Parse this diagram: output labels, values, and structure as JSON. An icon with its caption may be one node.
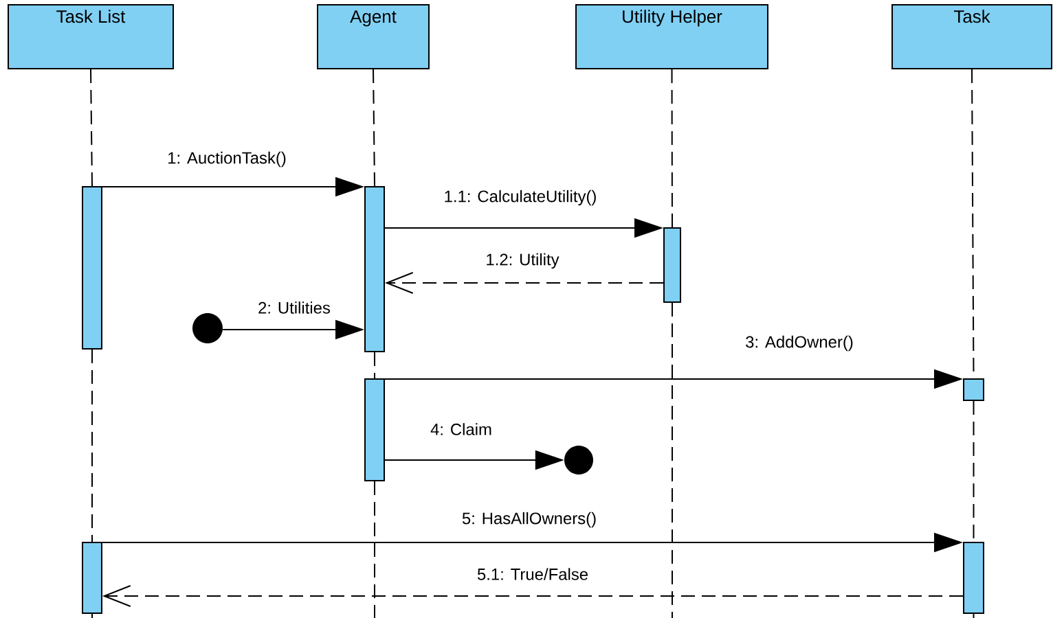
{
  "diagram": {
    "nodes": [
      {
        "text": [
          "Task List"
        ]
      },
      {
        "text": [
          "Agent"
        ]
      },
      {
        "text": [
          "Utility Helper"
        ]
      },
      {
        "text": [
          "Task"
        ]
      },
      {
        "text": [],
        "shape": "bar"
      },
      {
        "text": [],
        "shape": "bar"
      },
      {
        "text": [],
        "shape": "bar"
      },
      {
        "text": [],
        "shape": "circle"
      },
      {
        "text": [],
        "shape": "bar"
      },
      {
        "text": [],
        "shape": "bar"
      },
      {
        "text": [],
        "shape": "circle"
      },
      {
        "text": [],
        "shape": "bar"
      },
      {
        "text": [],
        "shape": "bar"
      }
    ],
    "edges": [
      {
        "from": 4,
        "to": 5,
        "arrow": "to",
        "label": "1: AuctionTask()"
      },
      {
        "from": 5,
        "to": 6,
        "arrow": "to",
        "label": "1.1: CalculateUtility()"
      },
      {
        "from": 6,
        "to": 5,
        "arrow": "to",
        "label": "1.2: Utility",
        "style": "dashed"
      },
      {
        "from": 7,
        "to": 5,
        "arrow": "to",
        "label": "2: Utilities"
      },
      {
        "from": 8,
        "to": 9,
        "arrow": "to",
        "label": "3: AddOwner()"
      },
      {
        "from": 8,
        "to": 10,
        "arrow": "to",
        "label": "4: Claim"
      },
      {
        "from": 11,
        "to": 12,
        "arrow": "to",
        "label": "5: HasAllOwners()"
      },
      {
        "from": 12,
        "to": 11,
        "arrow": "to",
        "label": "5.1: True/False",
        "style": "dashed"
      },
      {
        "from": 0,
        "to": 4,
        "arrow": "none",
        "style": "dashed"
      },
      {
        "from": 4,
        "to": 11,
        "arrow": "none",
        "style": "dashed"
      },
      {
        "from": 11,
        "to": null,
        "arrow": "none",
        "style": "dashed"
      },
      {
        "from": 1,
        "to": 5,
        "arrow": "none",
        "style": "dashed"
      },
      {
        "from": 5,
        "to": 8,
        "arrow": "none",
        "style": "dashed"
      },
      {
        "from": 8,
        "to": null,
        "arrow": "none",
        "style": "dashed"
      },
      {
        "from": 2,
        "to": 6,
        "arrow": "none",
        "style": "dashed"
      },
      {
        "from": 6,
        "to": null,
        "arrow": "none",
        "style": "dashed"
      },
      {
        "from": 3,
        "to": 9,
        "arrow": "none",
        "style": "dashed"
      },
      {
        "from": 9,
        "to": 12,
        "arrow": "none",
        "style": "dashed"
      },
      {
        "from": 12,
        "to": null,
        "arrow": "none",
        "style": "dashed"
      }
    ]
  }
}
